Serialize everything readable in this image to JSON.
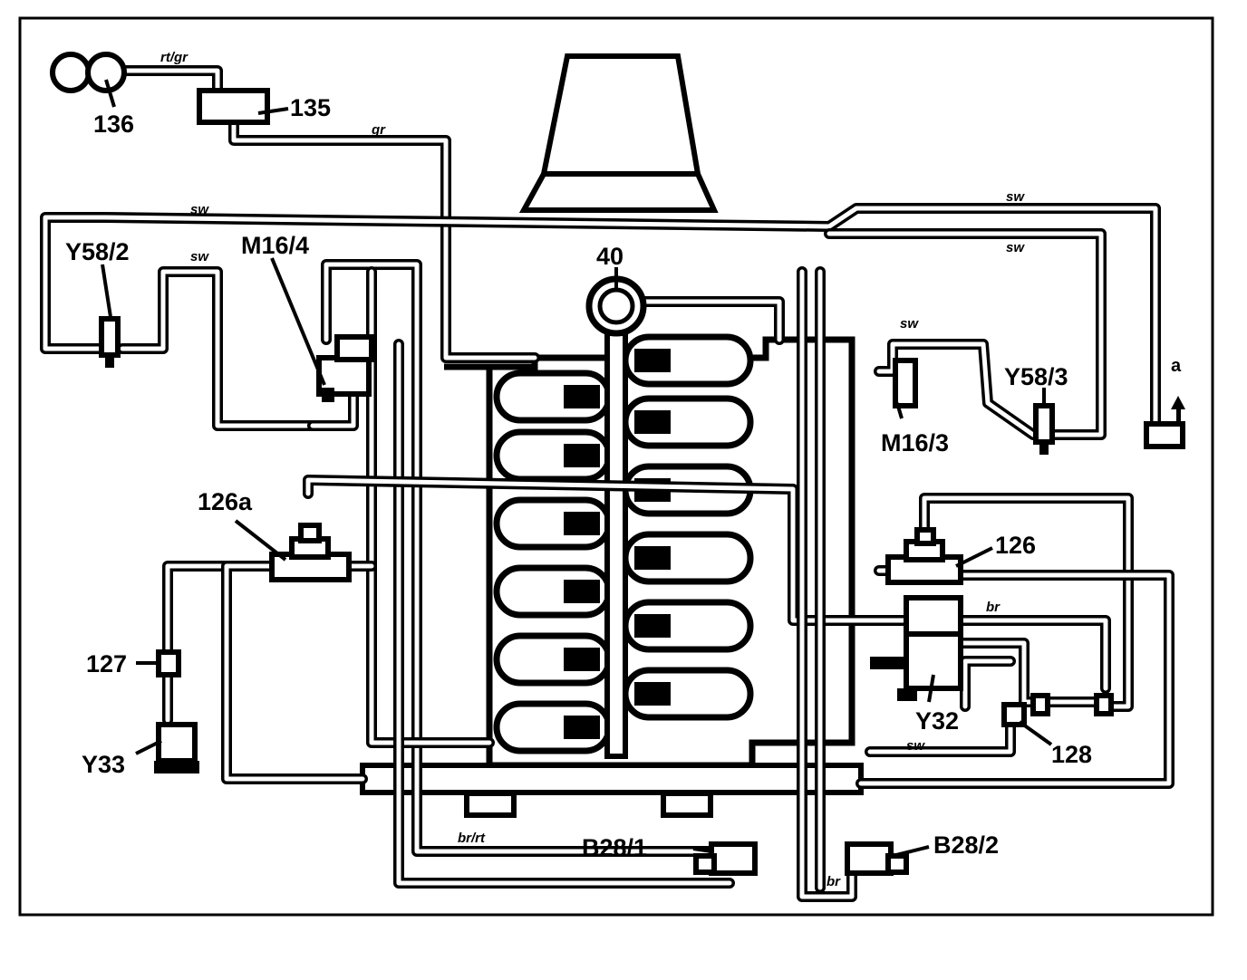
{
  "labels": {
    "l136": "136",
    "l135": "135",
    "l40": "40",
    "lY58_2": "Y58/2",
    "lM16_4": "M16/4",
    "lY58_3": "Y58/3",
    "lM16_3": "M16/3",
    "l126a": "126a",
    "l126": "126",
    "l127": "127",
    "lY33": "Y33",
    "lY32": "Y32",
    "l128": "128",
    "lB28_1": "B28/1",
    "lB28_2": "B28/2",
    "la": "a"
  },
  "colors": {
    "rt_gr": "rt/gr",
    "gr": "gr",
    "sw1": "sw",
    "sw2": "sw",
    "sw3": "sw",
    "sw4": "sw",
    "sw5": "sw",
    "sw6": "sw",
    "br1": "br",
    "br2": "br",
    "br_rt": "br/rt"
  }
}
